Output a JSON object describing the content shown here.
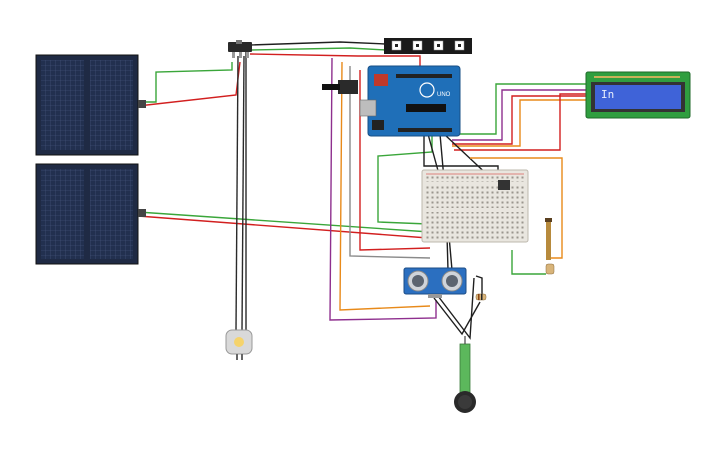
{
  "lcd": {
    "text": "In"
  },
  "arduino": {
    "logo_text": "UNO"
  },
  "colors": {
    "wire_red": "#d21f1f",
    "wire_green": "#3aa63a",
    "wire_black": "#1f1f1f",
    "wire_orange": "#e88a1a",
    "wire_purple": "#8e2f8e",
    "wire_gray": "#8a8a8a",
    "solar_panel": "#1f2a44",
    "arduino_blue": "#1f6fb8",
    "lcd_screen": "#3f63d8",
    "lcd_board": "#2f9e3f",
    "breadboard": "#e9e6df",
    "sensor_blue": "#2b6fc0"
  },
  "components": [
    {
      "name": "solar-panel-top",
      "icon": "solar-panel-icon"
    },
    {
      "name": "solar-panel-bottom",
      "icon": "solar-panel-icon"
    },
    {
      "name": "slide-switch",
      "icon": "switch-icon"
    },
    {
      "name": "neopixel-strip",
      "icon": "led-strip-icon"
    },
    {
      "name": "arduino-uno",
      "icon": "microcontroller-icon"
    },
    {
      "name": "lcd-16x2",
      "icon": "lcd-icon"
    },
    {
      "name": "breadboard",
      "icon": "breadboard-icon"
    },
    {
      "name": "ultrasonic-sensor",
      "icon": "ultrasonic-sensor-icon"
    },
    {
      "name": "force-sensor",
      "icon": "force-sensor-icon"
    },
    {
      "name": "dc-motor",
      "icon": "motor-icon"
    },
    {
      "name": "temperature-sensor",
      "icon": "temperature-sensor-icon"
    },
    {
      "name": "resistor",
      "icon": "resistor-icon"
    }
  ]
}
